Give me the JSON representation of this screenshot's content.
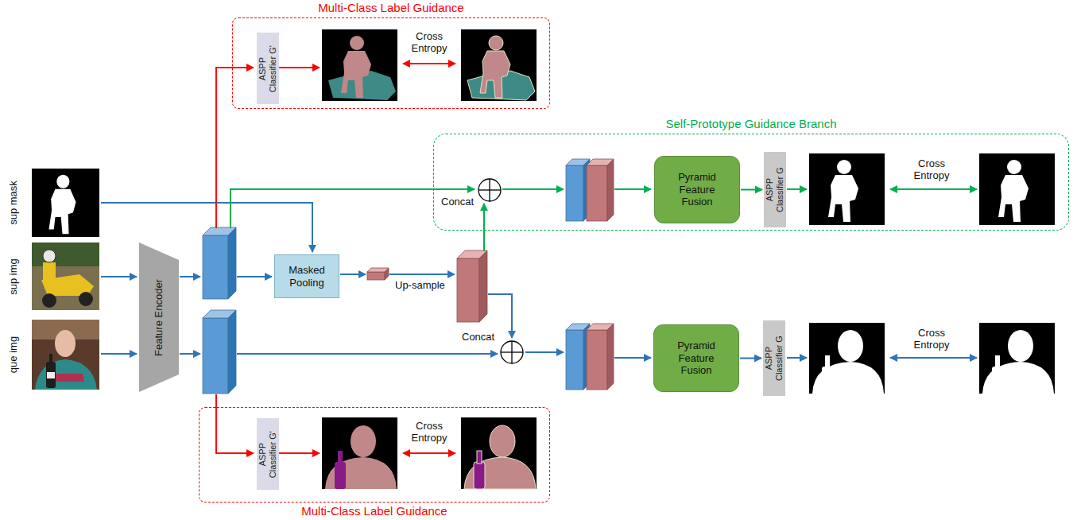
{
  "diagram": {
    "nodes": [
      {
        "text": [
          "Multi-Class Label Guidance"
        ]
      },
      {
        "text": [
          "ASPP Classifier G'"
        ],
        "in": 0
      },
      {
        "text": [
          "Self-Prototype Guidance Branch"
        ]
      },
      {
        "text": [
          "Concat"
        ],
        "in": 2
      },
      {
        "text": [
          "Pyramid Feature Fusion"
        ],
        "in": 2
      },
      {
        "text": [
          "ASPP Classifier G"
        ],
        "in": 2
      },
      {
        "text": [
          "Feature Encoder"
        ]
      },
      {
        "text": [
          "Masked Pooling"
        ]
      },
      {
        "text": [
          "Concat"
        ]
      },
      {
        "text": [
          "Pyramid Feature Fusion"
        ]
      },
      {
        "text": [
          "ASPP Classifier G"
        ]
      },
      {
        "text": [
          "Multi-Class Label Guidance"
        ]
      },
      {
        "text": [
          "ASPP Classifier G'"
        ],
        "in": 11
      }
    ],
    "edges": [
      {
        "from": 4,
        "to": 5,
        "arrow": "to"
      },
      {
        "from": 9,
        "to": 10,
        "arrow": "to"
      }
    ],
    "labels": [
      "Cross Entropy",
      "Cross Entropy",
      "sup mask",
      "sup img",
      "que img",
      "Up-sample",
      "Cross Entropy",
      "Cross Entropy"
    ]
  }
}
